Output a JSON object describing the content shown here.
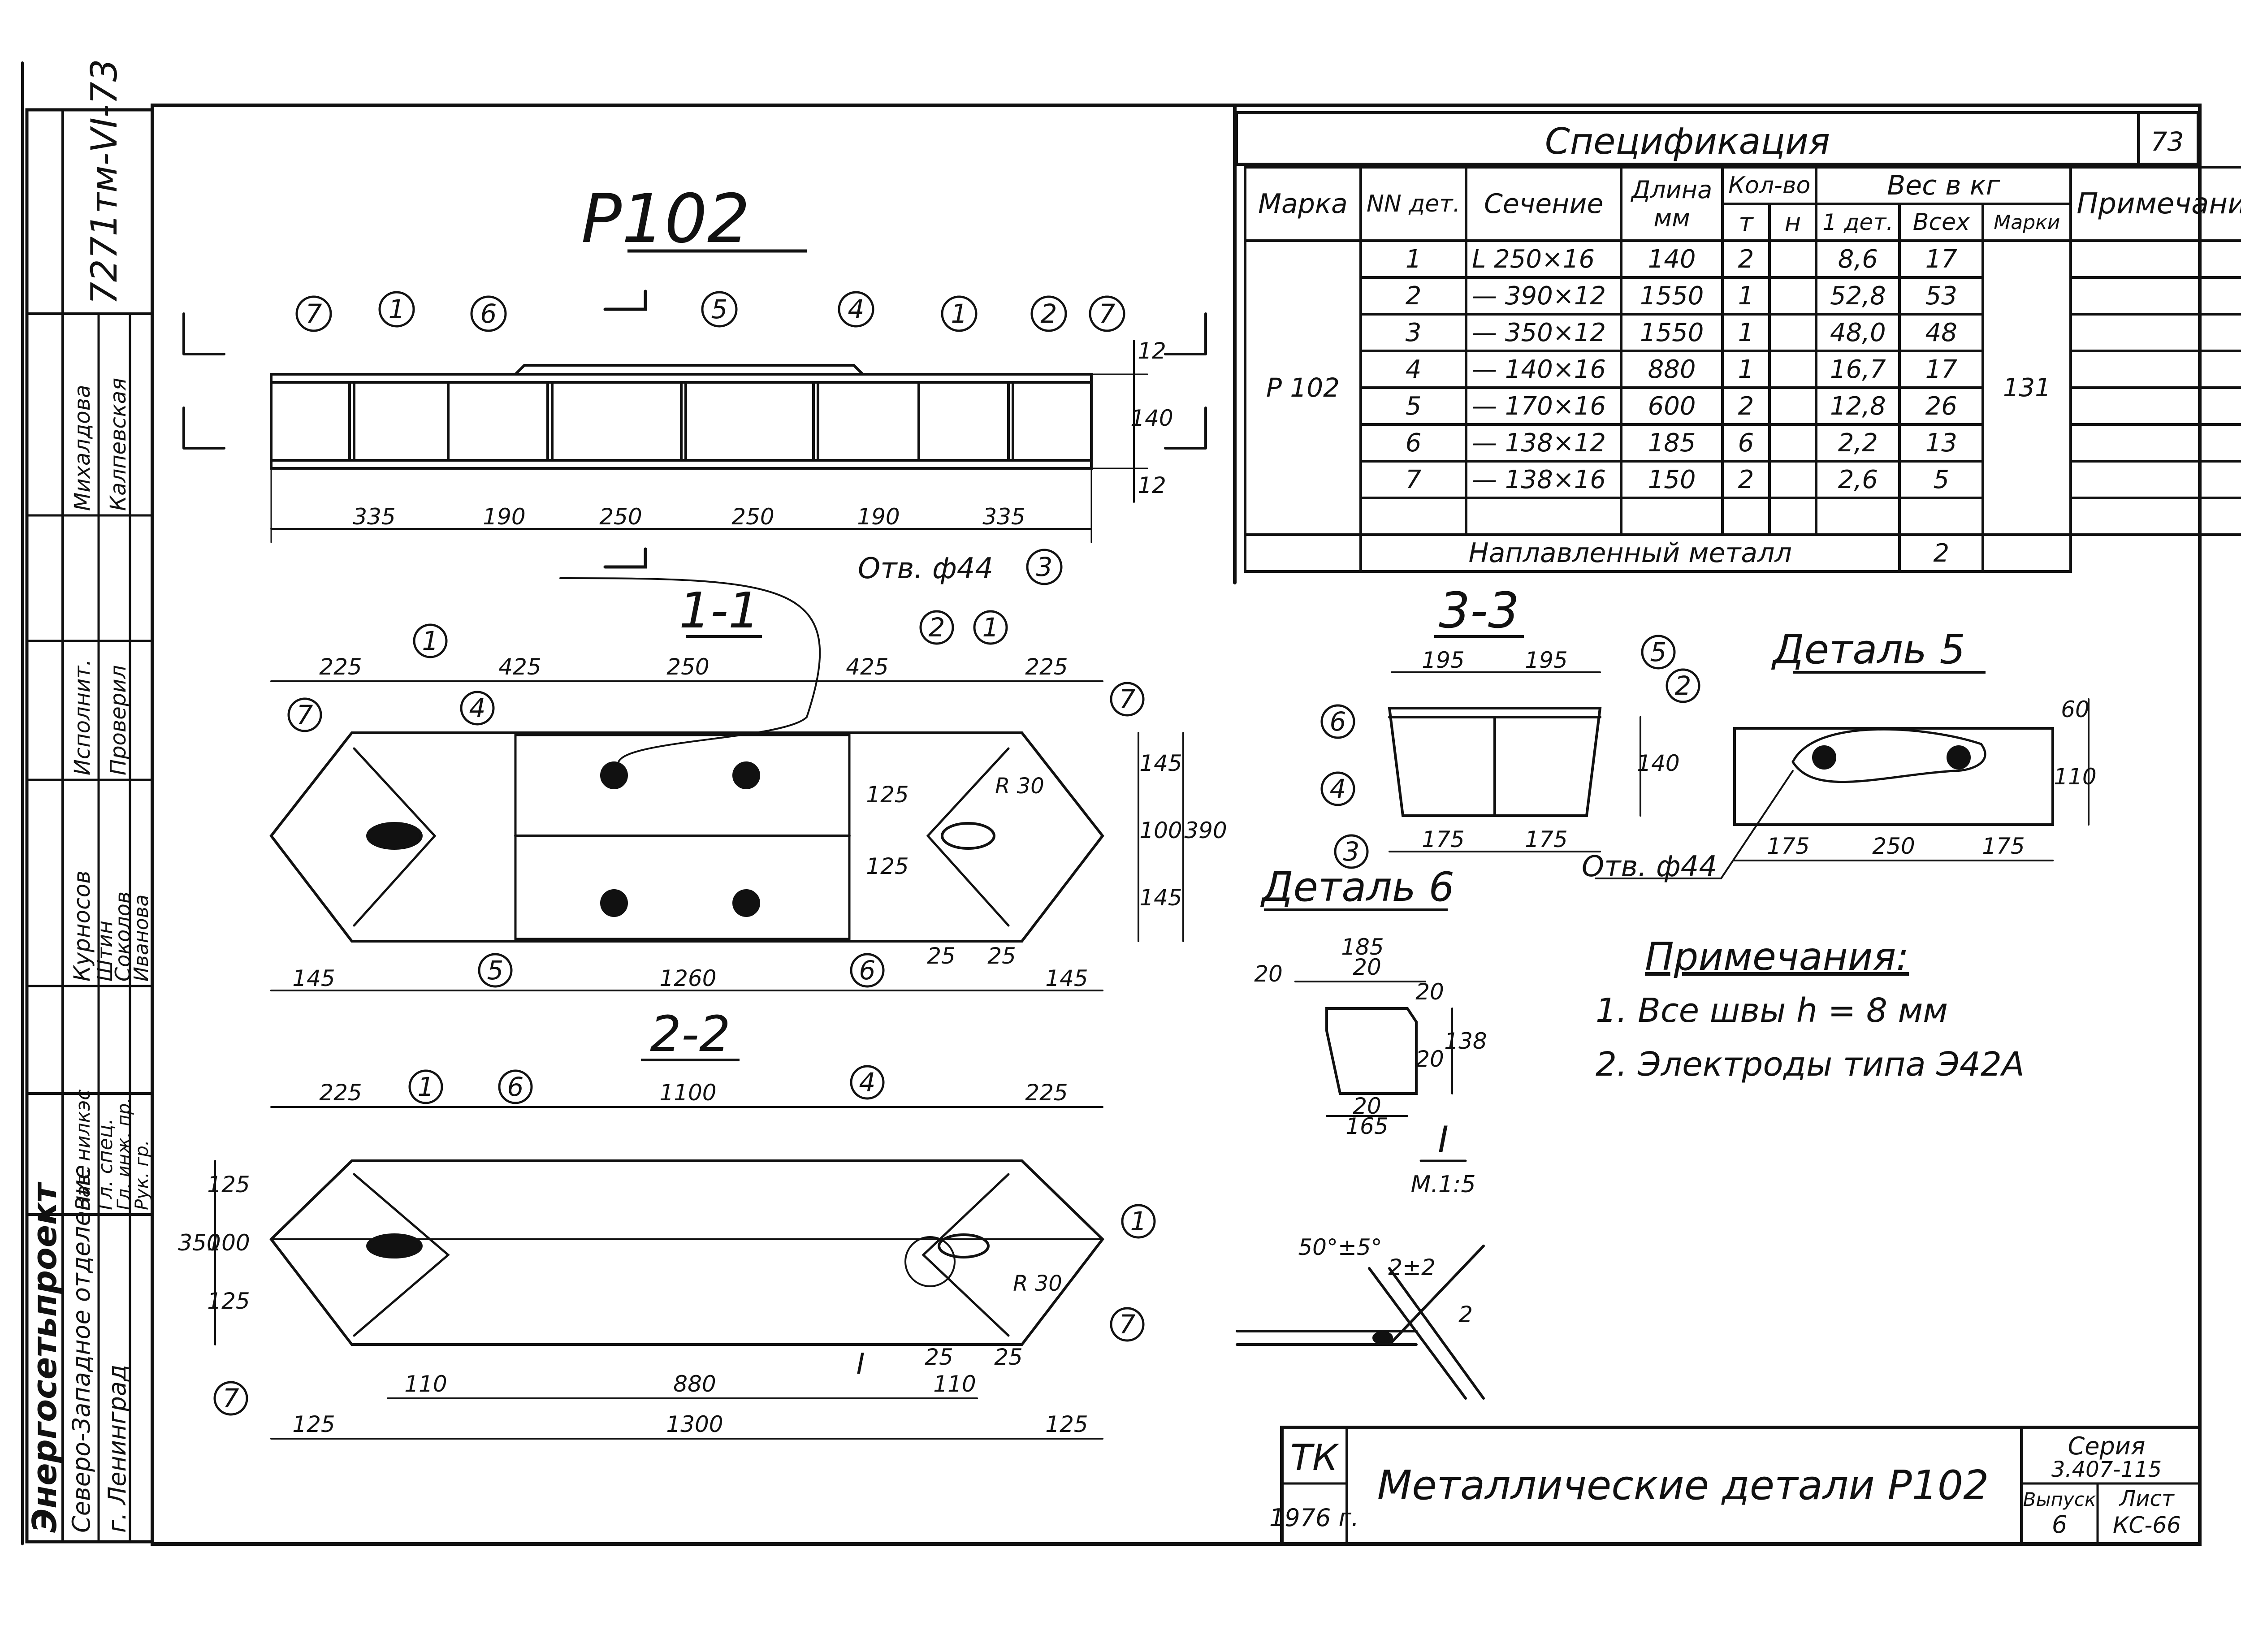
{
  "sheet_number": "73",
  "archive_code": "7271тм-VI-73",
  "drawing_title": "Р102",
  "spec": {
    "title": "Спецификация",
    "headers": {
      "mark": "Марка",
      "nn": "NN дет.",
      "section": "Сечение",
      "length": "Длина мм",
      "qty": "Кол-во",
      "qty_t": "т",
      "qty_n": "н",
      "weight": "Вес в кг",
      "w_one": "1 дет.",
      "w_all": "Всех",
      "w_mark": "Марки",
      "note": "Примечание"
    },
    "mark": "Р 102",
    "mark_weight": "131",
    "rows": [
      {
        "n": "1",
        "section": "L 250×16",
        "length": "140",
        "t": "2",
        "w1": "8,6",
        "wall": "17"
      },
      {
        "n": "2",
        "section": "— 390×12",
        "length": "1550",
        "t": "1",
        "w1": "52,8",
        "wall": "53"
      },
      {
        "n": "3",
        "section": "— 350×12",
        "length": "1550",
        "t": "1",
        "w1": "48,0",
        "wall": "48"
      },
      {
        "n": "4",
        "section": "— 140×16",
        "length": "880",
        "t": "1",
        "w1": "16,7",
        "wall": "17"
      },
      {
        "n": "5",
        "section": "— 170×16",
        "length": "600",
        "t": "2",
        "w1": "12,8",
        "wall": "26"
      },
      {
        "n": "6",
        "section": "— 138×12",
        "length": "185",
        "t": "6",
        "w1": "2,2",
        "wall": "13"
      },
      {
        "n": "7",
        "section": "— 138×16",
        "length": "150",
        "t": "2",
        "w1": "2,6",
        "wall": "5"
      }
    ],
    "weld_metal_label": "Наплавленный металл",
    "weld_metal_value": "2"
  },
  "sections": {
    "s11": "1-1",
    "s22": "2-2",
    "s33": "3-3",
    "detail5": "Деталь 5",
    "detail6": "Деталь 6",
    "hole": "Отв. ф44",
    "radius": "R 30",
    "scale": "М.1:5",
    "node": "I"
  },
  "dims": {
    "top": [
      "335",
      "190",
      "250",
      "250",
      "190",
      "335"
    ],
    "top_v": [
      "12",
      "140",
      "12"
    ],
    "s11_top": [
      "225",
      "425",
      "250",
      "425",
      "225"
    ],
    "s11_bottom": [
      "145",
      "1260",
      "145"
    ],
    "s11_right": [
      "145",
      "100",
      "145",
      "390"
    ],
    "s11_inner": [
      "125",
      "125",
      "25",
      "25"
    ],
    "s22_top": [
      "225",
      "1100",
      "225"
    ],
    "s22_bottom1": [
      "110",
      "880",
      "25",
      "110",
      "25"
    ],
    "s22_bottom2": [
      "125",
      "1300",
      "125"
    ],
    "s22_left": [
      "125",
      "100",
      "125",
      "350"
    ],
    "s33": [
      "195",
      "195",
      "175",
      "175",
      "140"
    ],
    "d5": [
      "175",
      "250",
      "175",
      "60",
      "110"
    ],
    "d6": [
      "185",
      "20",
      "20",
      "20",
      "138",
      "20",
      "20",
      "165"
    ],
    "weld": [
      "50°±5°",
      "2±2",
      "2"
    ]
  },
  "notes": {
    "title": "Примечания:",
    "items": [
      "1. Все швы  h = 8 мм",
      "2. Электроды типа Э42А"
    ]
  },
  "stamp": {
    "org": "Энергосетьпроект",
    "dept": "Северо-Западное отделение",
    "city": "г. Ленинград",
    "roles": [
      "Зав. нилкэс",
      "Гл. спец.",
      "Гл. инж. пр.",
      "Рук. гр.",
      "Исполнит.",
      "Проверил"
    ],
    "names": [
      "Курносов",
      "Штин",
      "Соколов",
      "Иванова",
      "Михалдова",
      "Калпевская"
    ],
    "tk": "ТК",
    "year": "1976 г.",
    "title": "Металлические детали Р102",
    "series_label": "Серия",
    "series": "3.407-115",
    "issue_label": "Выпуск",
    "issue": "6",
    "sheet_label": "Лист",
    "sheet": "КС-66"
  }
}
